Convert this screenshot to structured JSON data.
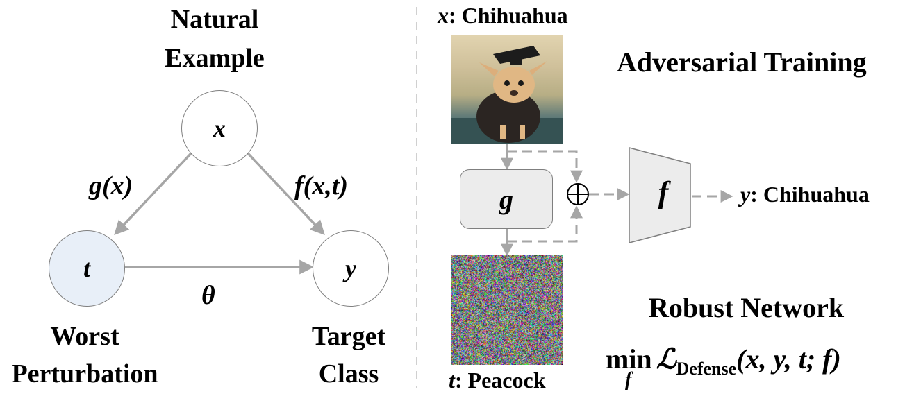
{
  "left": {
    "top_label": [
      "Natural",
      "Example"
    ],
    "node_x": "x",
    "node_t": "t",
    "node_y": "y",
    "edge_g": "g(x)",
    "edge_f": "f(x,t)",
    "edge_theta": "θ",
    "bottom_left_label": [
      "Worst",
      "Perturbation"
    ],
    "bottom_right_label": [
      "Target",
      "Class"
    ]
  },
  "right": {
    "input_var": "x",
    "input_name": ": Chihuahua",
    "perturb_var": "t",
    "perturb_name": ": Peacock",
    "generator": "g",
    "classifier": "f",
    "output_var": "y",
    "output_name": ": Chihuahua",
    "title": "Adversarial Training",
    "subtitle": "Robust Network",
    "objective": {
      "min": "min",
      "min_sub": "f",
      "loss": "ℒ",
      "loss_sub": "Defense",
      "args": "(x, y, t; f)"
    }
  },
  "colors": {
    "arrow": "#a6a6a6",
    "node_border": "#7f7f7f",
    "t_fill": "#e8eff8",
    "box_fill": "#ececec"
  }
}
